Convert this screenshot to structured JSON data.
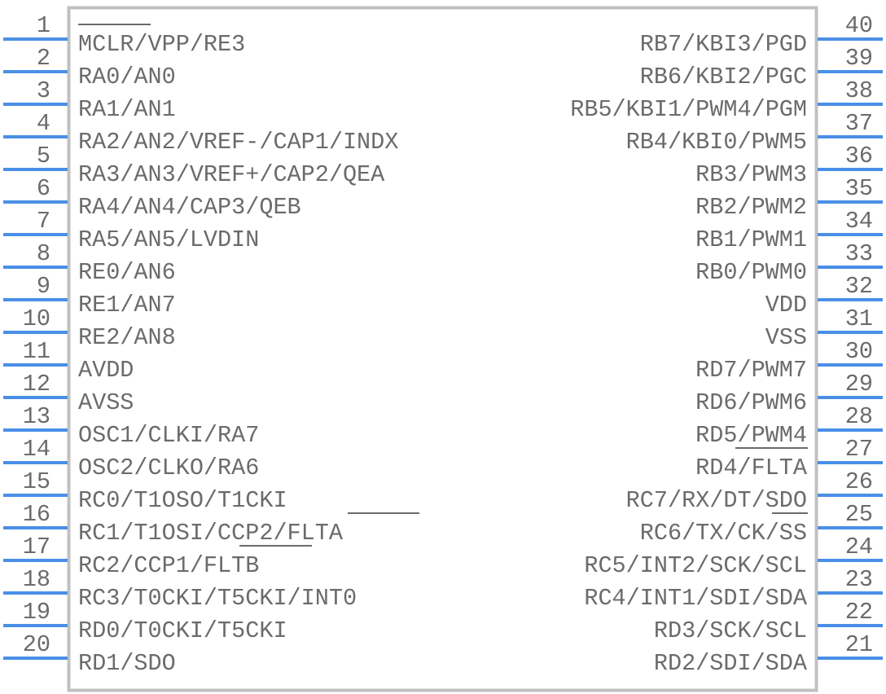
{
  "component": {
    "body_color": "#c0c0c0",
    "pin_color": "#4a8fe7",
    "text_color": "#6b6b6b",
    "left_pins": [
      {
        "number": "1",
        "name": "MCLR/VPP/RE3"
      },
      {
        "number": "2",
        "name": "RA0/AN0"
      },
      {
        "number": "3",
        "name": "RA1/AN1"
      },
      {
        "number": "4",
        "name": "RA2/AN2/VREF-/CAP1/INDX"
      },
      {
        "number": "5",
        "name": "RA3/AN3/VREF+/CAP2/QEA"
      },
      {
        "number": "6",
        "name": "RA4/AN4/CAP3/QEB"
      },
      {
        "number": "7",
        "name": "RA5/AN5/LVDIN"
      },
      {
        "number": "8",
        "name": "RE0/AN6"
      },
      {
        "number": "9",
        "name": "RE1/AN7"
      },
      {
        "number": "10",
        "name": "RE2/AN8"
      },
      {
        "number": "11",
        "name": "AVDD"
      },
      {
        "number": "12",
        "name": "AVSS"
      },
      {
        "number": "13",
        "name": "OSC1/CLKI/RA7"
      },
      {
        "number": "14",
        "name": "OSC2/CLKO/RA6"
      },
      {
        "number": "15",
        "name": "RC0/T1OSO/T1CKI"
      },
      {
        "number": "16",
        "name": "RC1/T1OSI/CCP2/FLTA"
      },
      {
        "number": "17",
        "name": "RC2/CCP1/FLTB"
      },
      {
        "number": "18",
        "name": "RC3/T0CKI/T5CKI/INT0"
      },
      {
        "number": "19",
        "name": "RD0/T0CKI/T5CKI"
      },
      {
        "number": "20",
        "name": "RD1/SDO"
      }
    ],
    "right_pins": [
      {
        "number": "40",
        "name": "RB7/KBI3/PGD"
      },
      {
        "number": "39",
        "name": "RB6/KBI2/PGC"
      },
      {
        "number": "38",
        "name": "RB5/KBI1/PWM4/PGM"
      },
      {
        "number": "37",
        "name": "RB4/KBI0/PWM5"
      },
      {
        "number": "36",
        "name": "RB3/PWM3"
      },
      {
        "number": "35",
        "name": "RB2/PWM2"
      },
      {
        "number": "34",
        "name": "RB1/PWM1"
      },
      {
        "number": "33",
        "name": "RB0/PWM0"
      },
      {
        "number": "32",
        "name": "VDD"
      },
      {
        "number": "31",
        "name": "VSS"
      },
      {
        "number": "30",
        "name": "RD7/PWM7"
      },
      {
        "number": "29",
        "name": "RD6/PWM6"
      },
      {
        "number": "28",
        "name": "RD5/PWM4"
      },
      {
        "number": "27",
        "name": "RD4/FLTA"
      },
      {
        "number": "26",
        "name": "RC7/RX/DT/SDO"
      },
      {
        "number": "25",
        "name": "RC6/TX/CK/SS"
      },
      {
        "number": "24",
        "name": "RC5/INT2/SCK/SCL"
      },
      {
        "number": "23",
        "name": "RC4/INT1/SDI/SDA"
      },
      {
        "number": "22",
        "name": "RD3/SCK/SCL"
      },
      {
        "number": "21",
        "name": "RD2/SDI/SDA"
      }
    ]
  }
}
